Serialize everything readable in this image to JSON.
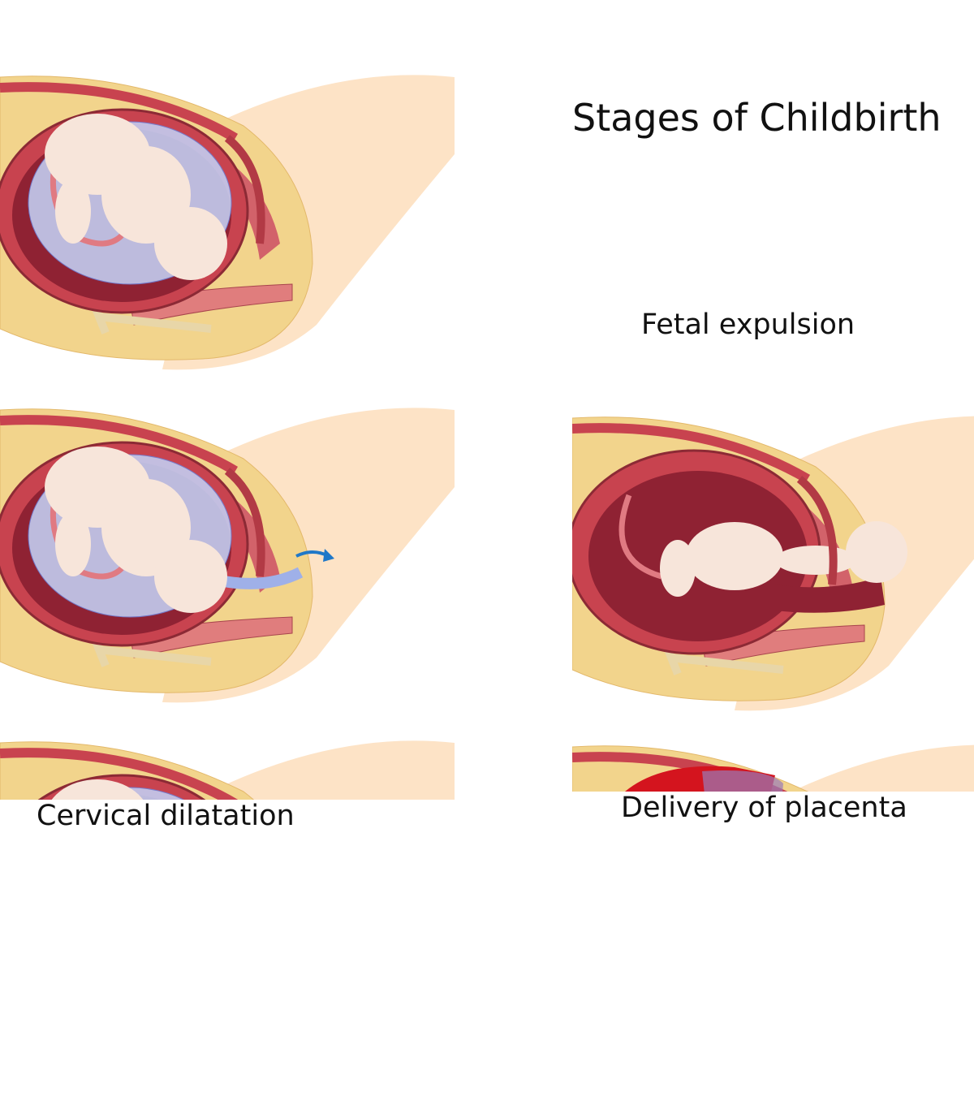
{
  "title": "Stages of Childbirth",
  "labels": {
    "fetal_expulsion": "Fetal expulsion",
    "cervical_dilatation": "Cervical dilatation",
    "delivery_of_placenta": "Delivery of placenta"
  },
  "colors": {
    "skin": "#fde3c6",
    "fat": "#f2d48c",
    "uterus_wall": "#c8434f",
    "cavity": "#8f2233",
    "amniotic": "#c3ccf0",
    "baby": "#f7e5da",
    "placenta": "#d4141e",
    "arrow": "#1f78c8"
  }
}
